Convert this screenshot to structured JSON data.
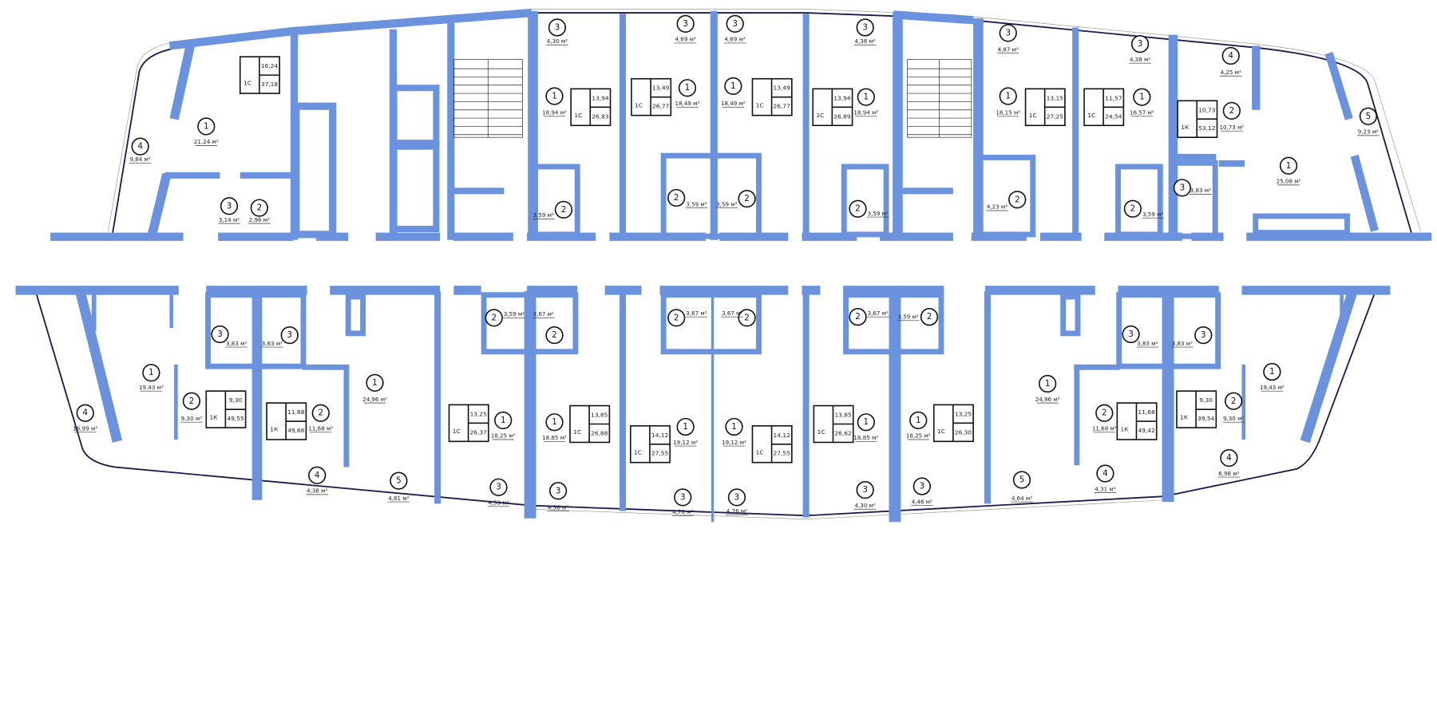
{
  "plan": {
    "colors": {
      "wall": "#6b92dd",
      "outline": "#1c1c4e"
    },
    "area_unit": "м²",
    "rooms_top": [
      {
        "num": "4",
        "area": "9,84 м²"
      },
      {
        "num": "1",
        "area": "21,24 м²"
      },
      {
        "num": "3",
        "area": "3,14 м²"
      },
      {
        "num": "2",
        "area": "2,96 м²"
      },
      {
        "num": "3",
        "area": "4,30 м²"
      },
      {
        "num": "1",
        "area": "18,94 м²"
      },
      {
        "num": "2",
        "area": "3,59 м²"
      },
      {
        "num": "3",
        "area": "4,69 м²"
      },
      {
        "num": "1",
        "area": "18,49 м²"
      },
      {
        "num": "2",
        "area": "3,59 м²"
      },
      {
        "num": "3",
        "area": "4,69 м²"
      },
      {
        "num": "1",
        "area": "18,49 м²"
      },
      {
        "num": "2",
        "area": "3,59 м²"
      },
      {
        "num": "3",
        "area": "4,36 м²"
      },
      {
        "num": "1",
        "area": "18,94 м²"
      },
      {
        "num": "2",
        "area": "3,59 м²"
      },
      {
        "num": "3",
        "area": "4,87 м²"
      },
      {
        "num": "1",
        "area": "18,15 м²"
      },
      {
        "num": "2",
        "area": "4,23 м²"
      },
      {
        "num": "3",
        "area": "4,38 м²"
      },
      {
        "num": "1",
        "area": "16,57 м²"
      },
      {
        "num": "2",
        "area": "3,59 м²"
      },
      {
        "num": "4",
        "area": "4,25 м²"
      },
      {
        "num": "2",
        "area": "10,73 м²"
      },
      {
        "num": "3",
        "area": "3,83 м²"
      },
      {
        "num": "1",
        "area": "25,08 м²"
      },
      {
        "num": "5",
        "area": "9,23 м²"
      }
    ],
    "rooms_bottom": [
      {
        "num": "3",
        "area": "3,83 м²"
      },
      {
        "num": "3",
        "area": "3,83 м²"
      },
      {
        "num": "1",
        "area": "19,43 м²"
      },
      {
        "num": "4",
        "area": "16,99 м²"
      },
      {
        "num": "2",
        "area": "9,30 м²"
      },
      {
        "num": "2",
        "area": "11,68 м²"
      },
      {
        "num": "1",
        "area": "24,96 м²"
      },
      {
        "num": "4",
        "area": "4,38 м²"
      },
      {
        "num": "5",
        "area": "4,81 м²"
      },
      {
        "num": "3",
        "area": "4,53 м²"
      },
      {
        "num": "2",
        "area": "3,59 м²"
      },
      {
        "num": "2",
        "area": "3,67 м²"
      },
      {
        "num": "1",
        "area": "18,25 м²"
      },
      {
        "num": "1",
        "area": "18,85 м²"
      },
      {
        "num": "3",
        "area": "4,36 м²"
      },
      {
        "num": "2",
        "area": "3,67 м²"
      },
      {
        "num": "2",
        "area": "3,67 м²"
      },
      {
        "num": "1",
        "area": "19,12 м²"
      },
      {
        "num": "3",
        "area": "4,76 м²"
      },
      {
        "num": "1",
        "area": "19,12 м²"
      },
      {
        "num": "3",
        "area": "4,76 м²"
      },
      {
        "num": "2",
        "area": "3,67 м²"
      },
      {
        "num": "2",
        "area": "3,59 м²"
      },
      {
        "num": "1",
        "area": "18,85 м²"
      },
      {
        "num": "3",
        "area": "4,30 м²"
      },
      {
        "num": "1",
        "area": "18,25 м²"
      },
      {
        "num": "3",
        "area": "4,46 м²"
      },
      {
        "num": "1",
        "area": "24,96 м²"
      },
      {
        "num": "5",
        "area": "4,64 м²"
      },
      {
        "num": "2",
        "area": "11,68 м²"
      },
      {
        "num": "4",
        "area": "4,31 м²"
      },
      {
        "num": "3",
        "area": "3,83 м²"
      },
      {
        "num": "3",
        "area": "3,83 м²"
      },
      {
        "num": "1",
        "area": "19,43 м²"
      },
      {
        "num": "2",
        "area": "9,30 м²"
      },
      {
        "num": "4",
        "area": "6,98 м²"
      }
    ],
    "apartments": [
      {
        "type": "1С",
        "living": "16,24",
        "total": "37,18"
      },
      {
        "type": "1С",
        "living": "13,94",
        "total": "26,83"
      },
      {
        "type": "1С",
        "living": "13,49",
        "total": "26,77"
      },
      {
        "type": "1С",
        "living": "13,49",
        "total": "26,77"
      },
      {
        "type": "1С",
        "living": "13,94",
        "total": "26,89"
      },
      {
        "type": "1С",
        "living": "13,15",
        "total": "27,25"
      },
      {
        "type": "1С",
        "living": "11,57",
        "total": "24,54"
      },
      {
        "type": "1К",
        "living": "10,73",
        "total": "53,12"
      },
      {
        "type": "1К",
        "living": "9,30",
        "total": "49,55"
      },
      {
        "type": "1К",
        "living": "11,68",
        "total": "49,66"
      },
      {
        "type": "1С",
        "living": "13,25",
        "total": "26,37"
      },
      {
        "type": "1С",
        "living": "13,85",
        "total": "26,88"
      },
      {
        "type": "1С",
        "living": "14,12",
        "total": "27,55"
      },
      {
        "type": "1С",
        "living": "14,12",
        "total": "27,55"
      },
      {
        "type": "1С",
        "living": "13,85",
        "total": "26,62"
      },
      {
        "type": "1С",
        "living": "13,25",
        "total": "26,30"
      },
      {
        "type": "1К",
        "living": "11,68",
        "total": "49,42"
      },
      {
        "type": "1К",
        "living": "9,30",
        "total": "39,54"
      }
    ]
  }
}
